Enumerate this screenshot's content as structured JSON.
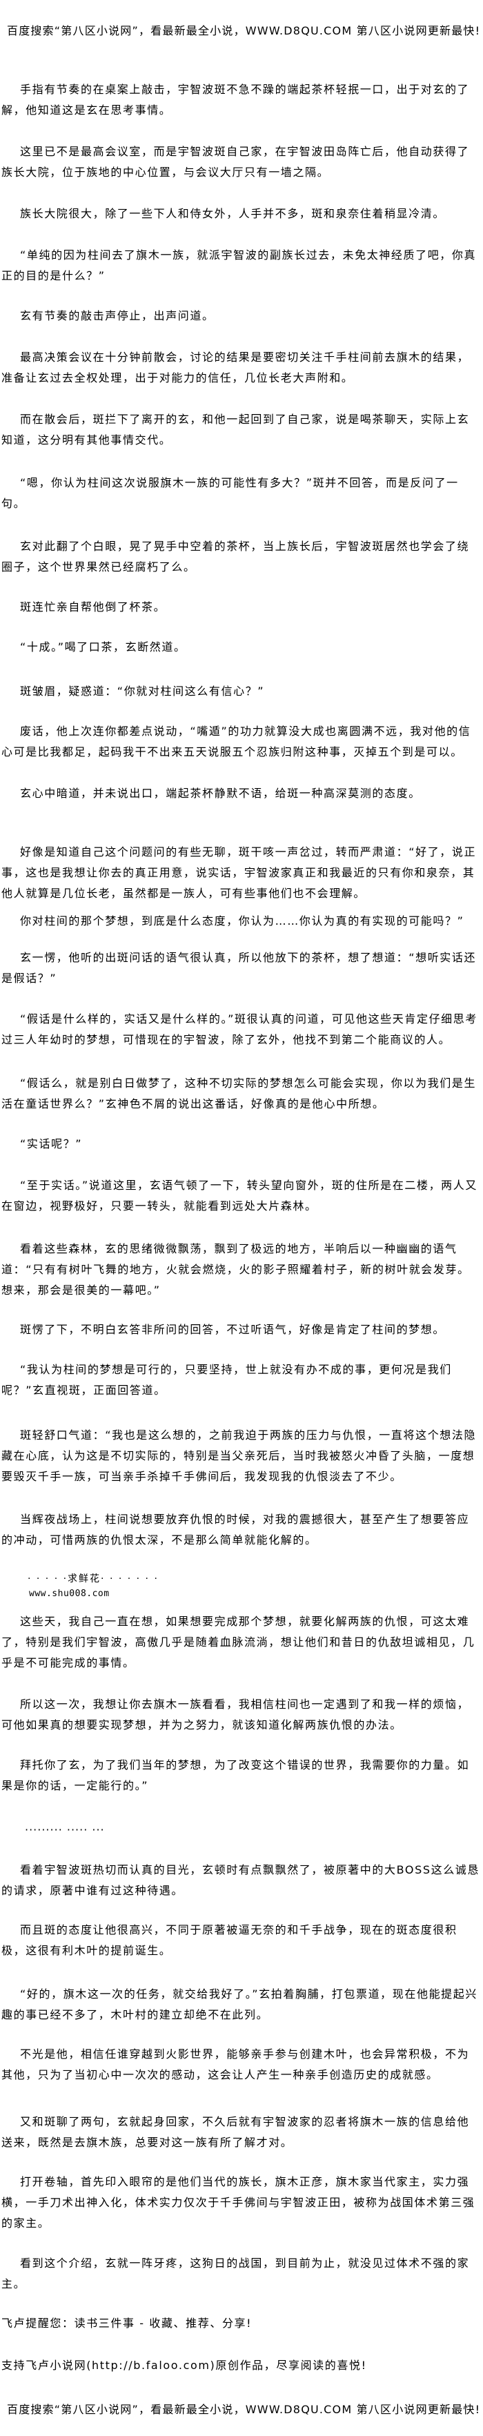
{
  "banner": "百度搜索“第八区小说网”，看最新最全小说，WWW.D8QU.COM  第八区小说网更新最快!",
  "paragraphs": [
    "手指有节奏的在桌案上敲击，宇智波斑不急不躁的端起茶杯轻抿一口，出于对玄的了解，他知道这是玄在思考事情。",
    "这里已不是最高会议室，而是宇智波斑自己家，在宇智波田岛阵亡后，他自动获得了族长大院，位于族地的中心位置，与会议大厅只有一墙之隔。",
    "族长大院很大，除了一些下人和侍女外，人手并不多，斑和泉奈住着稍显冷清。",
    "“单纯的因为柱间去了旗木一族，就派宇智波的副族长过去，未免太神经质了吧，你真正的目的是什么？”",
    "玄有节奏的敲击声停止，出声问道。",
    "最高决策会议在十分钟前散会，讨论的结果是要密切关注千手柱间前去旗木的结果，准备让玄过去全权处理，出于对能力的信任，几位长老大声附和。",
    "而在散会后，斑拦下了离开的玄，和他一起回到了自己家，说是喝茶聊天，实际上玄知道，这分明有其他事情交代。",
    "“嗯，你认为柱间这次说服旗木一族的可能性有多大？”斑并不回答，而是反问了一句。",
    "玄对此翻了个白眼，晃了晃手中空着的茶杯，当上族长后，宇智波斑居然也学会了绕圈子，这个世界果然已经腐朽了么。",
    "斑连忙亲自帮他倒了杯茶。",
    "“十成。”喝了口茶，玄断然道。",
    "斑皱眉，疑惑道：“你就对柱间这么有信心？”",
    "废话，他上次连你都差点说动，“嘴遁”的功力就算没大成也离圆满不远，我对他的信心可是比我都足，起码我干不出来五天说服五个忍族归附这种事，灭掉五个到是可以。",
    "玄心中暗道，并未说出口，端起茶杯静默不语，给斑一种高深莫测的态度。",
    "好像是知道自己这个问题问的有些无聊，斑干咳一声岔过，转而严肃道：“好了，说正事，这也是我想让你去的真正用意，说实话，宇智波家真正和我最近的只有你和泉奈，其他人就算是几位长老，虽然都是一族人，可有些事他们也不会理解。",
    "你对柱间的那个梦想，到底是什么态度，你认为……你认为真的有实现的可能吗？”",
    "玄一愣，他听的出斑问话的语气很认真，所以他放下的茶杯，想了想道：“想听实话还是假话？”",
    "“假话是什么样的，实话又是什么样的。”斑很认真的问道，可见他这些天肯定仔细思考过三人年幼时的梦想，可惜现在的宇智波，除了玄外，他找不到第二个能商议的人。",
    "“假话么，就是别白日做梦了，这种不切实际的梦想怎么可能会实现，你以为我们是生活在童话世界么？”玄神色不屑的说出这番话，好像真的是他心中所想。",
    "“实话呢？”",
    "“至于实话。”说道这里，玄语气顿了一下，转头望向窗外，斑的住所是在二楼，两人又在窗边，视野极好，只要一转头，就能看到远处大片森林。",
    "看着这些森林，玄的思绪微微飘荡，飘到了极远的地方，半响后以一种幽幽的语气道：“只有有树叶飞舞的地方，火就会燃烧，火的影子照耀着村子，新的树叶就会发芽。想来，那会是很美的一幕吧。”",
    "斑愣了下，不明白玄答非所问的回答，不过听语气，好像是肯定了柱间的梦想。",
    "“我认为柱间的梦想是可行的，只要坚持，世上就没有办不成的事，更何况是我们呢？”玄直视斑，正面回答道。",
    "斑轻舒口气道：“我也是这么想的，之前我迫于两族的压力与仇恨，一直将这个想法隐藏在心底，认为这是不切实际的，特别是当父亲死后，当时我被怒火冲昏了头脑，一度想要毁灭千手一族，可当亲手杀掉千手佛间后，我发现我的仇恨淡去了不少。",
    "当辉夜战场上，柱间说想要放弃仇恨的时候，对我的震撼很大，甚至产生了想要答应的冲动，可惜两族的仇恨太深，不是那么简单就能化解的。",
    "这些天，我自己一直在想，如果想要完成那个梦想，就要化解两族的仇恨，可这太难了，特别是我们宇智波，高傲几乎是随着血脉流淌，想让他们和昔日的仇敌坦诚相见，几乎是不可能完成的事情。",
    "所以这一次，我想让你去旗木一族看看，我相信柱间也一定遇到了和我一样的烦恼，可他如果真的想要实现梦想，并为之努力，就该知道化解两族仇恨的办法。",
    "拜托你了玄，为了我们当年的梦想，为了改变这个错误的世界，我需要你的力量。如果是你的话，一定能行的。”",
    "看着宇智波斑热切而认真的目光，玄顿时有点飘飘然了，被原著中的大BOSS这么诚恳的请求，原著中谁有过这种待遇。",
    "而且斑的态度让他很高兴，不同于原著被逼无奈的和千手战争，现在的斑态度很积极，这很有利木叶的提前诞生。",
    "“好的，旗木这一次的任务，就交给我好了。”玄拍着胸脯，打包票道，现在他能提起兴趣的事已经不多了，木叶村的建立却绝不在此列。",
    "不光是他，相信任谁穿越到火影世界，能够亲手参与创建木叶，也会异常积极，不为其他，只为了当初心中一次次的感动，这会让人产生一种亲手创造历史的成就感。",
    "又和斑聊了两句，玄就起身回家，不久后就有宇智波家的忍者将旗木一族的信息给他送来，既然是去旗木族，总要对这一族有所了解才对。",
    "打开卷轴，首先印入眼帘的是他们当代的族长，旗木正彦，旗木家当代家主，实力强横，一手刀术出神入化，体术实力仅次于千手佛间与宇智波正田，被称为战国体术第三强的家主。",
    "看到这个介绍，玄就一阵牙疼，这狗日的战国，到目前为止，就没见过体术不强的家主。"
  ],
  "ad": {
    "line1": "· · · · ·求鲜花· ·  · · · · ·",
    "line2": "www.shu008.com"
  },
  "separator": "········· ····· ···",
  "footer": {
    "reminder": "飞卢提醒您：读书三件事 - 收藏、推荐、分享!",
    "support": "支持飞卢小说网(http://b.faloo.com)原创作品，尽享阅读的喜悦!"
  }
}
